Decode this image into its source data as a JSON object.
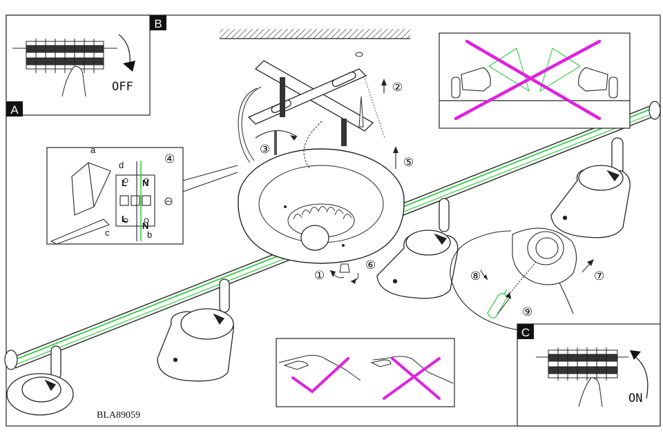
{
  "panels": {
    "A": {
      "label": "A"
    },
    "B": {
      "label": "B",
      "action": "OFF"
    },
    "C": {
      "label": "C",
      "action": "ON"
    }
  },
  "steps": [
    "①",
    "②",
    "③",
    "④",
    "⑤",
    "⑥",
    "⑦",
    "⑧",
    "⑨"
  ],
  "wiring": {
    "a": "a",
    "b": "b",
    "c": "c",
    "d": "d",
    "L": "L",
    "N": "N"
  },
  "model_code": "BLA89059",
  "colors": {
    "line": "#1a1a1a",
    "accent_green": "#2ecc40",
    "forbid_magenta": "#e020e0",
    "check_magenta": "#e020e0",
    "badge": "#111111"
  },
  "icons": [
    "breaker-icon",
    "hand-icon",
    "arrow-icon",
    "screwdriver-icon",
    "cross-icon",
    "check-icon",
    "bulb-icon",
    "earth-icon"
  ]
}
